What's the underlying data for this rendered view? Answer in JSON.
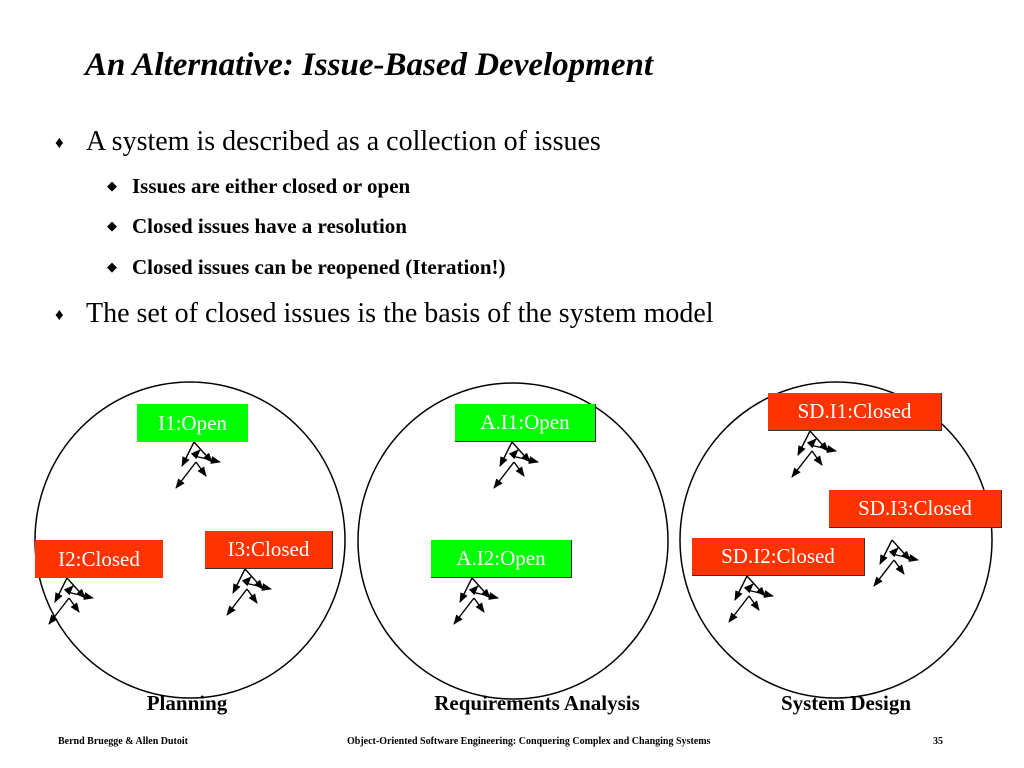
{
  "title": "An Alternative: Issue-Based Development",
  "bullets": [
    {
      "marker": "♦",
      "text": "A system is described as a collection of issues"
    },
    {
      "marker": "◆",
      "text": "Issues are either closed or open"
    },
    {
      "marker": "◆",
      "text": "Closed issues have a resolution"
    },
    {
      "marker": "◆",
      "text": "Closed issues can be reopened (Iteration!)"
    },
    {
      "marker": "♦",
      "text": "The set of closed issues is the basis of the system model"
    }
  ],
  "diagram": {
    "colors": {
      "open": "#00ff00",
      "closed": "#ff3300",
      "outline": "#000000"
    },
    "phases": [
      {
        "caption": "Planning",
        "issues": [
          {
            "label": "I1:Open",
            "status": "open"
          },
          {
            "label": "I2:Closed",
            "status": "closed"
          },
          {
            "label": "I3:Closed",
            "status": "closed"
          }
        ]
      },
      {
        "caption": "Requirements Analysis",
        "issues": [
          {
            "label": "A.I1:Open",
            "status": "open"
          },
          {
            "label": "A.I2:Open",
            "status": "open"
          }
        ]
      },
      {
        "caption": "System Design",
        "issues": [
          {
            "label": "SD.I1:Closed",
            "status": "closed"
          },
          {
            "label": "SD.I3:Closed",
            "status": "closed"
          },
          {
            "label": "SD.I2:Closed",
            "status": "closed"
          }
        ]
      }
    ]
  },
  "footer": {
    "authors": "Bernd Bruegge & Allen Dutoit",
    "book": "Object-Oriented Software Engineering: Conquering Complex and Changing Systems",
    "page": "35"
  }
}
